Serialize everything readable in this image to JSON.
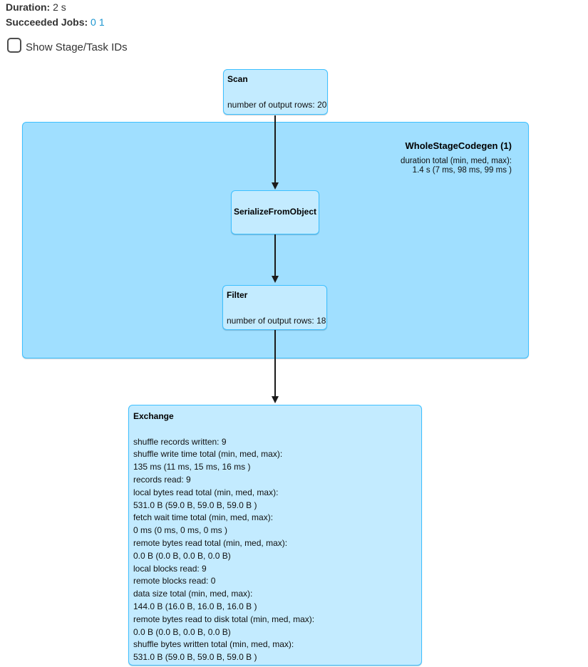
{
  "header": {
    "duration_label": "Duration:",
    "duration_value": "2 s",
    "succeeded_jobs_label": "Succeeded Jobs:",
    "job_links": [
      "0",
      "1"
    ],
    "checkbox_label": "Show Stage/Task IDs"
  },
  "colors": {
    "cluster_fill": "#A0DFFF",
    "node_fill": "#C3EBFF",
    "node_border": "#3EC0FF",
    "link": "#1b95d0",
    "edge": "#1b1b1b"
  },
  "graph": {
    "cluster": {
      "title": "WholeStageCodegen (1)",
      "lines": [
        "duration total (min, med, max):",
        "1.4 s (7 ms, 98 ms, 99 ms )"
      ]
    },
    "nodes": [
      {
        "id": "scan",
        "title": "Scan",
        "lines": [
          "number of output rows: 20"
        ]
      },
      {
        "id": "serialize-from-object",
        "title": "SerializeFromObject",
        "lines": []
      },
      {
        "id": "filter",
        "title": "Filter",
        "lines": [
          "number of output rows: 18"
        ]
      },
      {
        "id": "exchange",
        "title": "Exchange",
        "lines": [
          "shuffle records written: 9",
          "shuffle write time total (min, med, max):",
          "135 ms (11 ms, 15 ms, 16 ms )",
          "records read: 9",
          "local bytes read total (min, med, max):",
          "531.0 B (59.0 B, 59.0 B, 59.0 B )",
          "fetch wait time total (min, med, max):",
          "0 ms (0 ms, 0 ms, 0 ms )",
          "remote bytes read total (min, med, max):",
          "0.0 B (0.0 B, 0.0 B, 0.0 B)",
          "local blocks read: 9",
          "remote blocks read: 0",
          "data size total (min, med, max):",
          "144.0 B (16.0 B, 16.0 B, 16.0 B )",
          "remote bytes read to disk total (min, med, max):",
          "0.0 B (0.0 B, 0.0 B, 0.0 B)",
          "shuffle bytes written total (min, med, max):",
          "531.0 B (59.0 B, 59.0 B, 59.0 B )"
        ]
      }
    ]
  }
}
